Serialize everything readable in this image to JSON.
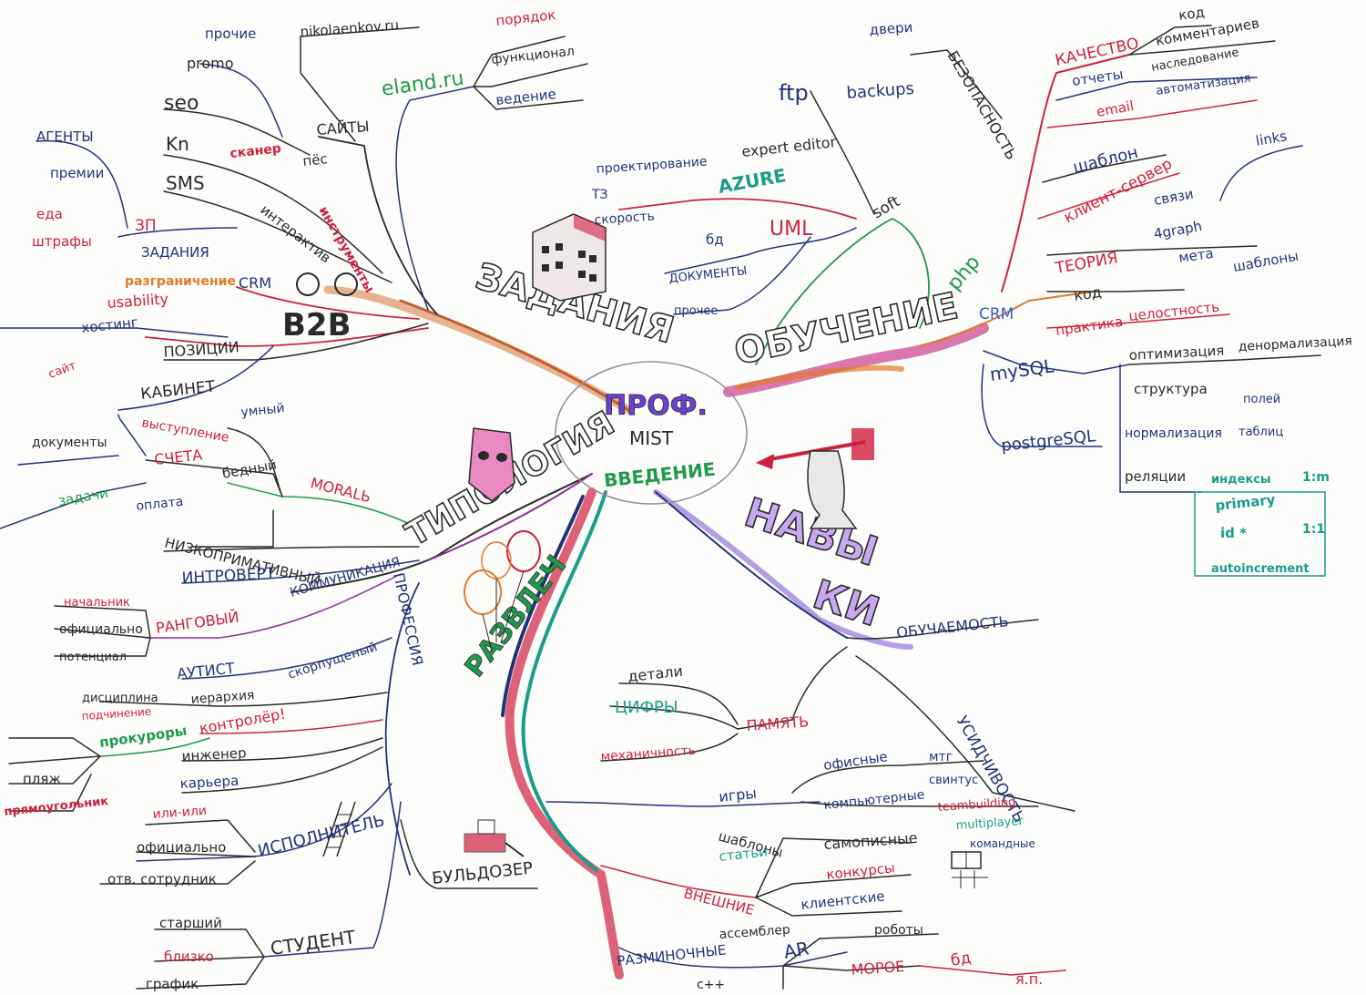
{
  "colors": {
    "black": "#2a2a2a",
    "navy": "#22337a",
    "red": "#cf1f3f",
    "green": "#1f9a4a",
    "teal": "#1a9c8c",
    "purple": "#8a2f9a",
    "violet": "#6b3fd0",
    "magenta": "#d0207a",
    "orange": "#e07a2a",
    "blue": "#2b5fd0"
  },
  "center": {
    "line1": "ПРОФ.",
    "line2": "MIST",
    "line3": "ВВЕДЕНИЕ"
  },
  "main": {
    "zadaniya": "ЗАДАНИЯ",
    "obuchenie": "ОБУЧЕНИЕ",
    "tipologiya": "ТИПОЛОГИЯ",
    "navyki_1": "НАВЫ",
    "navyki_2": "КИ",
    "razvlech": "РАЗВЛЕЧ"
  },
  "labels": {
    "tr_01": "код",
    "tr_02": "КАЧЕСТВО",
    "tr_03": "комментариев",
    "tr_04": "отчеты",
    "tr_05": "наследование",
    "tr_06": "email",
    "tr_07": "автоматизация",
    "tr_08": "шаблон",
    "tr_09": "клиент-сервер",
    "tr_10": "links",
    "tr_11": "связи",
    "tr_12": "4graph",
    "tr_13": "ТЕОРИЯ",
    "tr_14": "мета",
    "tr_15": "код",
    "tr_16": "практика",
    "tr_17": "шаблоны",
    "tr_18": "php",
    "tr_19": "CRM",
    "tr_20": "целостность",
    "tr_21": "mySQL",
    "tr_22": "оптимизация",
    "tr_23": "денормализация",
    "tr_24": "структура",
    "tr_25": "полей",
    "tr_26": "postgreSQL",
    "tr_27": "нормализация",
    "tr_28": "таблиц",
    "tr_29": "реляции",
    "tr_30": "индексы",
    "tr_31": "1:m",
    "tr_32": "primary",
    "tr_33": "id *",
    "tr_34": "1:1",
    "tr_35": "autoincrement",
    "tc_01": "двери",
    "tc_02": "БЕЗОПАСНОСТЬ",
    "tc_03": "ftp",
    "tc_04": "backups",
    "tc_05": "expert editor",
    "tc_06": "soft",
    "tc_07": "проектирование",
    "tc_08": "AZURE",
    "tc_09": "ТЗ",
    "tc_10": "скорость",
    "tc_11": "бд",
    "tc_12": "UML",
    "tc_13": "ДОКУМЕНТЫ",
    "tc_14": "прочее",
    "tl_01": "прочие",
    "tl_02": "nikolaenkov.ru",
    "tl_03": "порядок",
    "tl_04": "promo",
    "tl_05": "eland.ru",
    "tl_06": "функционал",
    "tl_07": "ведение",
    "tl_08": "seo",
    "tl_09": "САЙТЫ",
    "tl_10": "АГЕНТЫ",
    "tl_11": "Kn",
    "tl_12": "сканер",
    "tl_13": "пёс",
    "tl_14": "премии",
    "tl_15": "SMS",
    "tl_16": "интерактив",
    "tl_17": "инструменты",
    "tl_18": "еда",
    "tl_19": "ЗП",
    "tl_20": "штрафы",
    "tl_21": "ЗАДАНИЯ",
    "tl_22": "разграничение",
    "tl_23": "CRM",
    "tl_24": "usability",
    "tl_25": "B2B",
    "tl_26": "хостинг",
    "tl_27": "ПОЗИЦИИ",
    "tl_28": "КАБИНЕТ",
    "tl_29": "сайт",
    "ml_01": "умный",
    "ml_02": "выступление",
    "ml_03": "СЧЕТА",
    "ml_04": "документы",
    "ml_05": "бедный",
    "ml_06": "MORALЬ",
    "ml_07": "оплата",
    "ml_08": "задачи",
    "ml_09": "НИЗКОПРИМАТИВНЫЙ",
    "ml_10": "ИНТРОВЕРТ",
    "ml_11": "КОММУНИКАЦИЯ",
    "ml_12": "ПРОФЕССИЯ",
    "bl_01": "начальник",
    "bl_02": "РАНГОВЫЙ",
    "bl_03": "официально",
    "bl_04": "потенциал",
    "bl_05": "АУТИСТ",
    "bl_06": "скорпущеный",
    "bl_07": "дисциплина",
    "bl_08": "иерархия",
    "bl_09": "подчинение",
    "bl_10": "контролёр!",
    "bl_11": "прокуроры",
    "bl_12": "инженер",
    "bl_13": "карьера",
    "bl_14": "пляж",
    "bl_15": "прямоугольник",
    "bl_16": "или-или",
    "bl_17": "официально",
    "bl_18": "ИСПОЛНИТЕЛЬ",
    "bl_19": "отв. сотрудник",
    "bl_20": "БУЛЬДОЗЕР",
    "bl_21": "старший",
    "bl_22": "близко",
    "bl_23": "СТУДЕНТ",
    "bl_24": "график",
    "br_01": "ОБУЧАЕМОСТЬ",
    "br_02": "детали",
    "br_03": "ЦИФРЫ",
    "br_04": "ПАМЯТЬ",
    "br_05": "механичность",
    "br_06": "УСИДЧИВОСТЬ",
    "br_07": "игры",
    "br_08": "офисные",
    "br_09": "мтг",
    "br_10": "свинтус",
    "br_11": "компьютерные",
    "br_12": "teambuilding",
    "br_13": "multiplayer",
    "br_14": "командные",
    "br_15": "шаблоны",
    "br_16": "самописные",
    "br_17": "статьи",
    "br_18": "конкурсы",
    "br_19": "ВНЕШНИЕ",
    "br_20": "клиентские",
    "br_21": "ассемблер",
    "br_22": "роботы",
    "br_23": "AR",
    "br_24": "РАЗМИНОЧНЫЕ",
    "br_25": "c++",
    "br_26": "МОРОЕ",
    "br_27": "бд",
    "br_28": "я.п."
  }
}
